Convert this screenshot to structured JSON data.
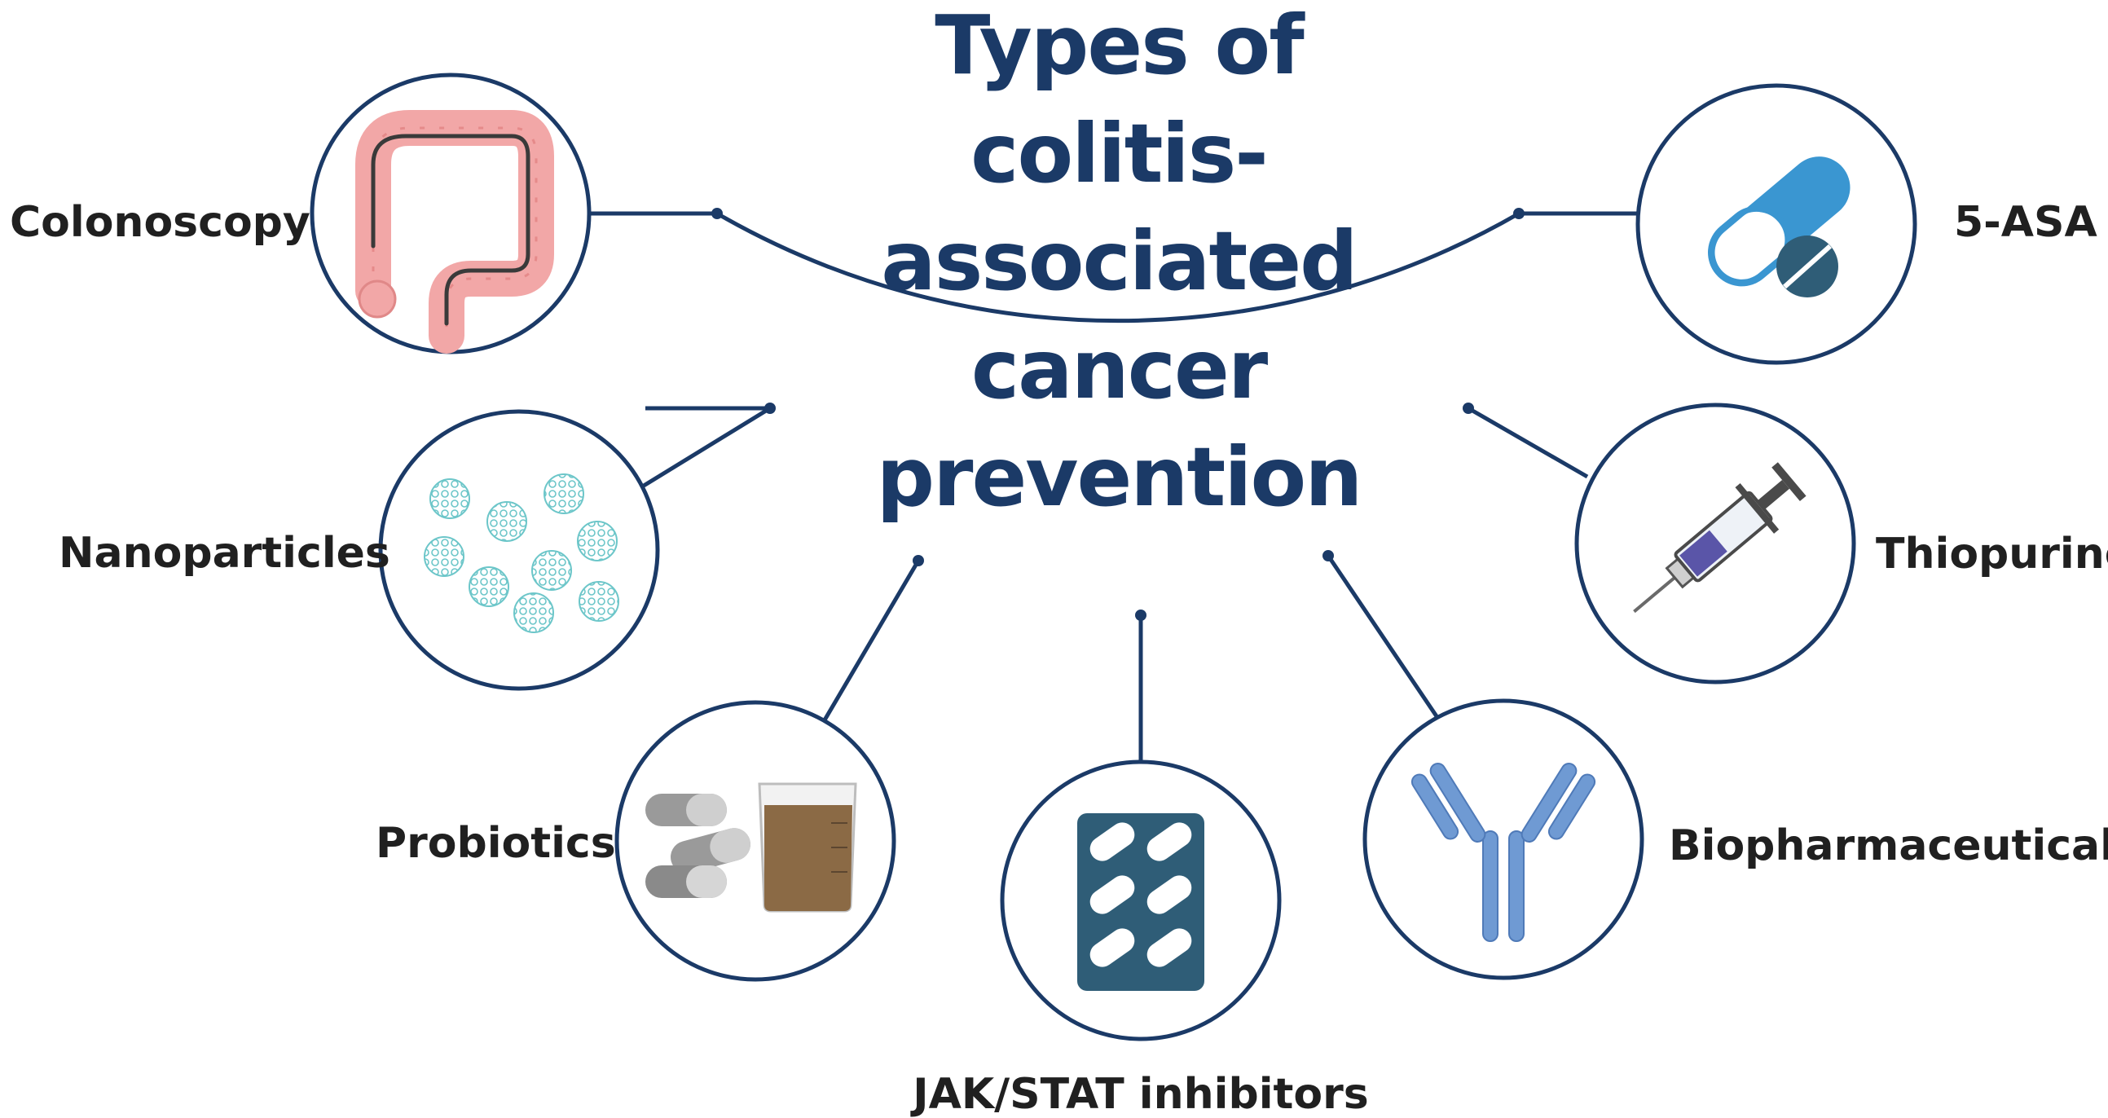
{
  "title": [
    "Types of",
    "colitis-",
    "associated",
    "cancer",
    "prevention"
  ],
  "items": [
    {
      "id": "colonoscopy",
      "label": "Colonoscopy",
      "icon": "colon-icon"
    },
    {
      "id": "nanoparticles",
      "label": "Nanoparticles",
      "icon": "nanoparticles-icon"
    },
    {
      "id": "probiotics",
      "label": "Probiotics",
      "icon": "probiotic-capsules-icon"
    },
    {
      "id": "jakstat",
      "label": "JAK/STAT inhibitors",
      "icon": "blister-pack-icon"
    },
    {
      "id": "biopharmaceuticals",
      "label": "Biopharmaceuticals",
      "icon": "antibody-icon"
    },
    {
      "id": "thiopurine",
      "label": "Thiopurine",
      "icon": "syringe-icon"
    },
    {
      "id": "asa",
      "label": "5-ASA",
      "icon": "pill-capsule-icon"
    }
  ],
  "colors": {
    "navy": "#1b3a67",
    "label": "#202020",
    "pill_blue": "#3a96d1",
    "tablet": "#2f5d77",
    "antibody": "#6f9ad3",
    "colon": "#f2a7a7"
  }
}
